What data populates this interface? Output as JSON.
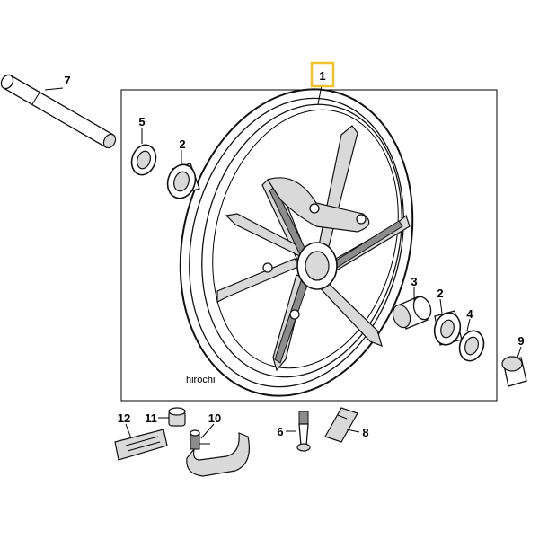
{
  "highlight_color": "#f2c12e",
  "watermark": "hirochi",
  "callouts": {
    "c1": "1",
    "c2a": "2",
    "c2b": "2",
    "c3": "3",
    "c4": "4",
    "c5": "5",
    "c6": "6",
    "c7": "7",
    "c8": "8",
    "c9": "9",
    "c10": "10",
    "c11": "11",
    "c12": "12"
  }
}
